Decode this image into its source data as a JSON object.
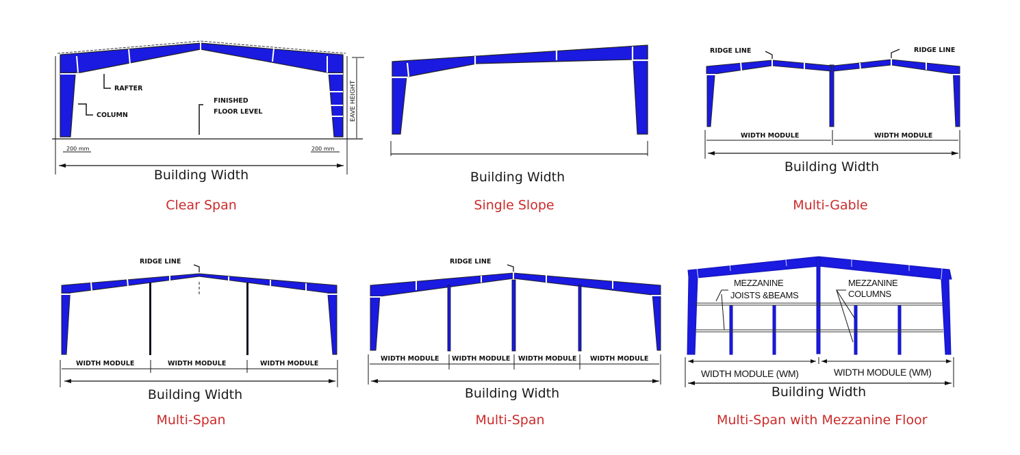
{
  "colors": {
    "frame_blue": "#1a1ae0",
    "caption_red": "#cc2a2a",
    "text": "#1a1a1a",
    "background": "#ffffff"
  },
  "diagrams": [
    {
      "id": "clear-span",
      "caption": "Clear Span",
      "dimension_label": "Building Width",
      "annotations": {
        "rafter": "RAFTER",
        "column": "COLUMN",
        "finished_floor_1": "FINISHED",
        "finished_floor_2": "FLOOR LEVEL",
        "eave_height": "EAVE HEIGHT",
        "offset_left": "200 mm",
        "offset_right": "200 mm"
      }
    },
    {
      "id": "single-slope",
      "caption": "Single Slope",
      "dimension_label": "Building Width"
    },
    {
      "id": "multi-gable",
      "caption": "Multi-Gable",
      "dimension_label": "Building Width",
      "annotations": {
        "ridge_left": "RIDGE LINE",
        "ridge_right": "RIDGE LINE"
      },
      "modules": [
        "WIDTH MODULE",
        "WIDTH MODULE"
      ]
    },
    {
      "id": "multi-span-3",
      "caption": "Multi-Span",
      "dimension_label": "Building Width",
      "annotations": {
        "ridge": "RIDGE LINE"
      },
      "modules": [
        "WIDTH MODULE",
        "WIDTH MODULE",
        "WIDTH MODULE"
      ]
    },
    {
      "id": "multi-span-4",
      "caption": "Multi-Span",
      "dimension_label": "Building Width",
      "annotations": {
        "ridge": "RIDGE LINE"
      },
      "modules": [
        "WIDTH MODULE",
        "WIDTH MODULE",
        "WIDTH MODULE",
        "WIDTH MODULE"
      ]
    },
    {
      "id": "multi-span-mezzanine",
      "caption": "Multi-Span with Mezzanine Floor",
      "dimension_label": "Building Width",
      "annotations": {
        "joists_1": "MEZZANINE",
        "joists_2": "JOISTS &BEAMS",
        "columns_1": "MEZZANINE",
        "columns_2": "COLUMNS"
      },
      "modules": [
        "WIDTH MODULE (WM)",
        "WIDTH MODULE (WM)"
      ]
    }
  ]
}
